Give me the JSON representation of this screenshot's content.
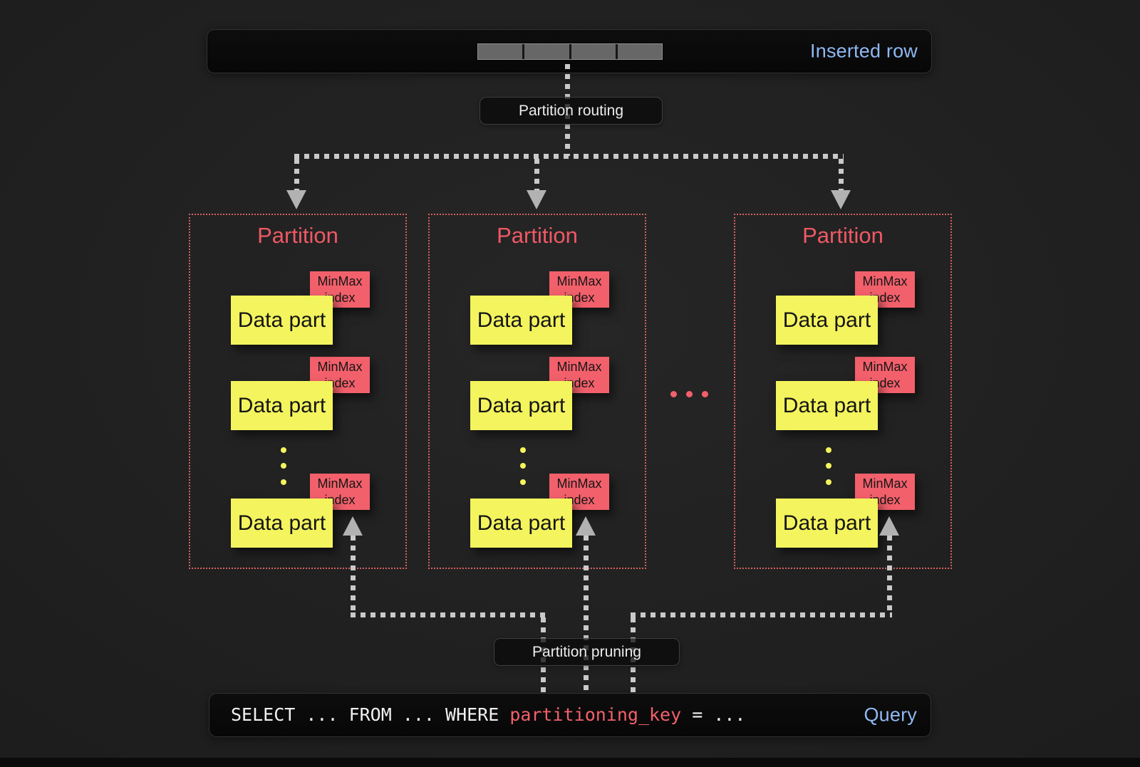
{
  "top_bar": {
    "label": "Inserted row",
    "cells": 4
  },
  "labels": {
    "routing": "Partition routing",
    "pruning": "Partition pruning"
  },
  "partitions": [
    {
      "title": "Partition",
      "parts": [
        {
          "minmax": "MinMax index",
          "label": "Data part"
        },
        {
          "minmax": "MinMax index",
          "label": "Data part"
        },
        {
          "minmax": "MinMax index",
          "label": "Data part"
        }
      ]
    },
    {
      "title": "Partition",
      "parts": [
        {
          "minmax": "MinMax index",
          "label": "Data part"
        },
        {
          "minmax": "MinMax index",
          "label": "Data part"
        },
        {
          "minmax": "MinMax index",
          "label": "Data part"
        }
      ]
    },
    {
      "title": "Partition",
      "parts": [
        {
          "minmax": "MinMax index",
          "label": "Data part"
        },
        {
          "minmax": "MinMax index",
          "label": "Data part"
        },
        {
          "minmax": "MinMax index",
          "label": "Data part"
        }
      ]
    }
  ],
  "query_bar": {
    "sql_prefix": "SELECT ... FROM ... WHERE ",
    "sql_key": "partitioning_key",
    "sql_suffix": " = ...",
    "label": "Query"
  },
  "colors": {
    "accent_blue": "#8fb8f2",
    "accent_red": "#ee5964",
    "minmax_bg": "#f2606b",
    "datapart_bg": "#f4f45e",
    "arrow_gray": "#c9c9c9",
    "background": "#1f1f1f"
  }
}
